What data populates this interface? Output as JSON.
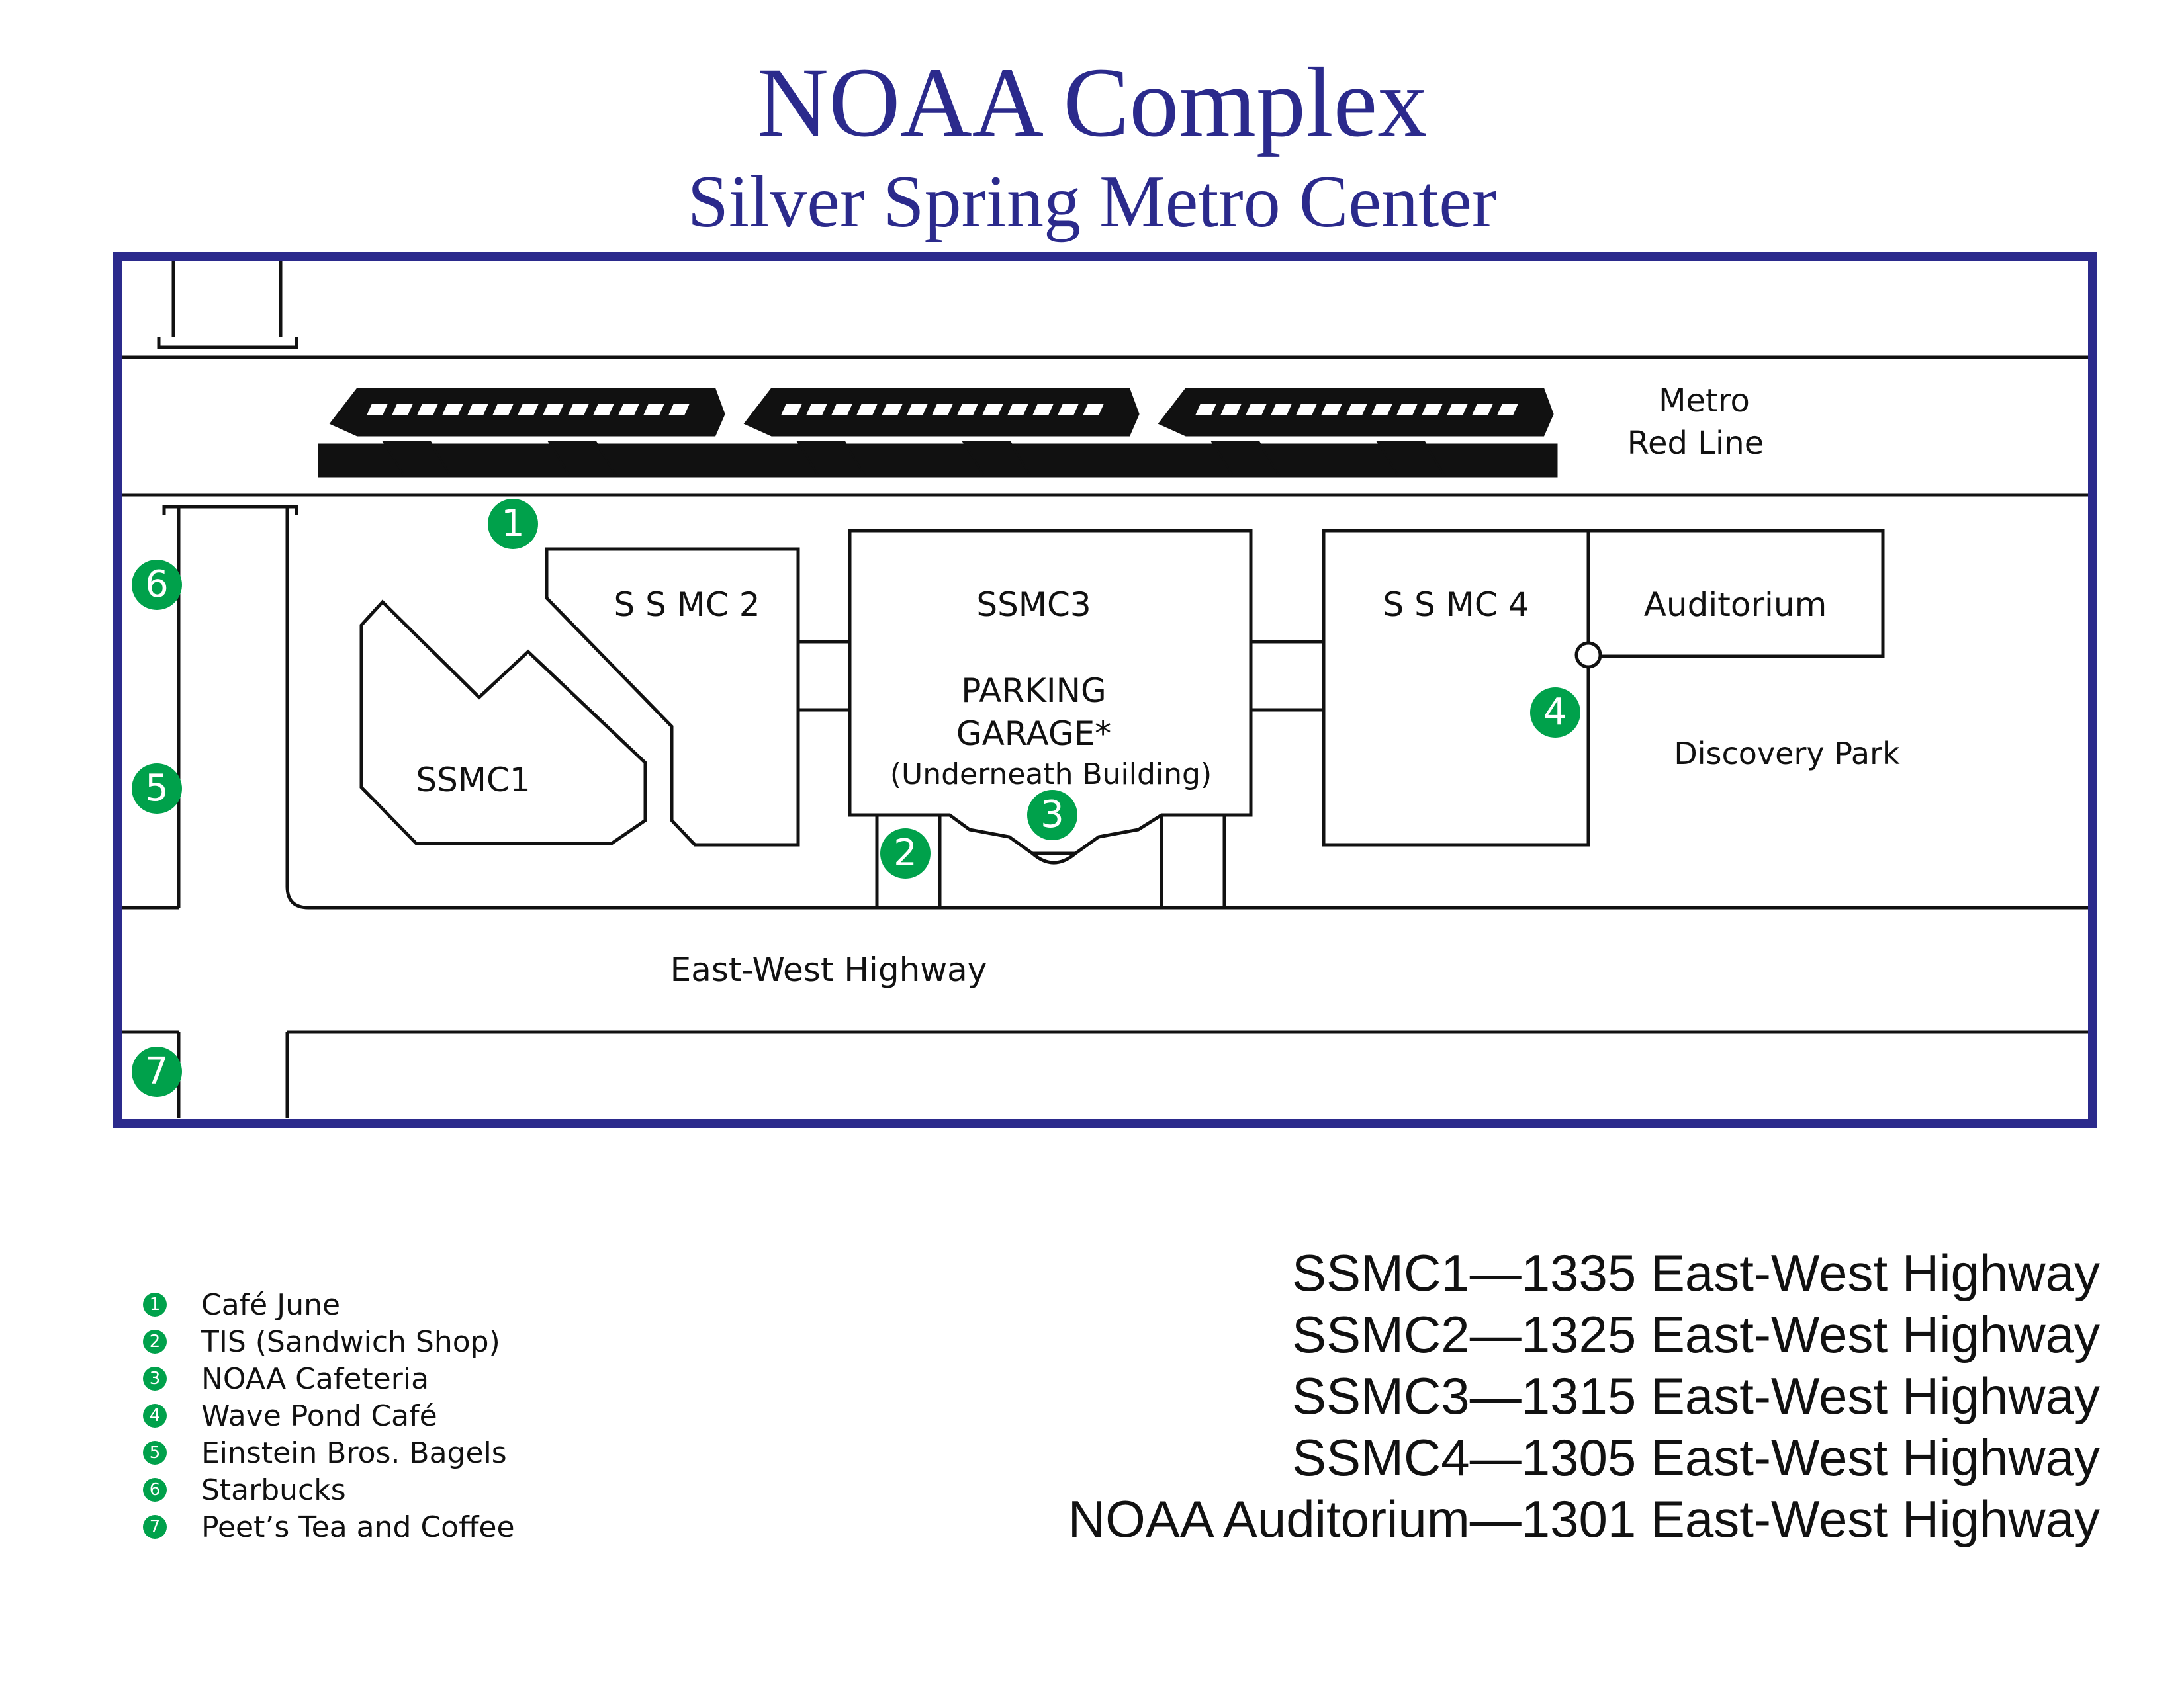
{
  "header": {
    "title": "NOAA Complex",
    "subtitle": "Silver Spring Metro Center"
  },
  "map": {
    "labels": {
      "metro_line1": "Metro",
      "metro_line2": "Red Line",
      "ssmc1": "SSMC1",
      "ssmc2": "S S MC 2",
      "ssmc3": "SSMC3",
      "ssmc4": "S S MC 4",
      "auditorium": "Auditorium",
      "parking_line1": "PARKING",
      "parking_line2": "GARAGE*",
      "parking_line3": "(Underneath Building)",
      "discovery_park": "Discovery Park",
      "highway": "East-West Highway"
    },
    "markers": [
      "1",
      "2",
      "3",
      "4",
      "5",
      "6",
      "7"
    ],
    "colors": {
      "frame": "#2b2a8c",
      "marker": "#00a14b",
      "lines": "#111111"
    }
  },
  "legend": [
    {
      "num": "1",
      "label": "Café June"
    },
    {
      "num": "2",
      "label": "TIS (Sandwich Shop)"
    },
    {
      "num": "3",
      "label": "NOAA Cafeteria"
    },
    {
      "num": "4",
      "label": "Wave Pond Café"
    },
    {
      "num": "5",
      "label": "Einstein Bros. Bagels"
    },
    {
      "num": "6",
      "label": "Starbucks"
    },
    {
      "num": "7",
      "label": "Peet’s Tea and Coffee"
    }
  ],
  "addresses": [
    "SSMC1—1335 East-West Highway",
    "SSMC2—1325 East-West Highway",
    "SSMC3—1315 East-West Highway",
    "SSMC4—1305 East-West Highway",
    "NOAA Auditorium—1301 East-West Highway"
  ]
}
